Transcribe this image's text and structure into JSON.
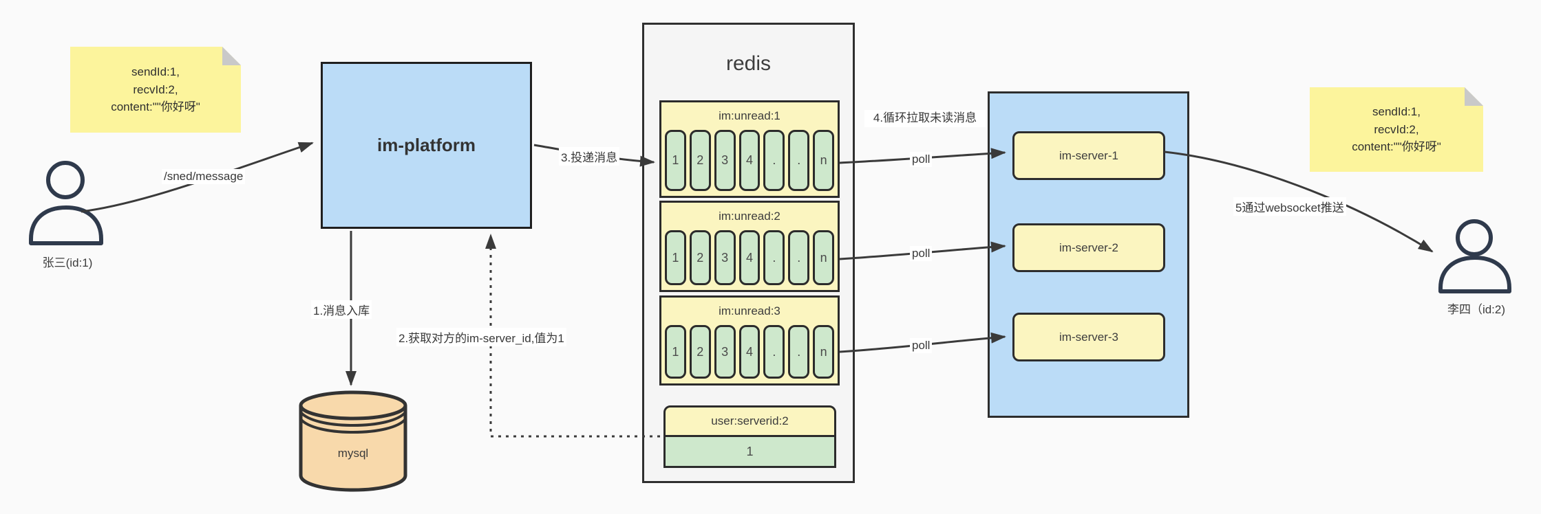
{
  "notes": {
    "left": {
      "lines": [
        "sendId:1,",
        "recvId:2,",
        "content:\"\"你好呀\""
      ]
    },
    "right": {
      "lines": [
        "sendId:1,",
        "recvId:2,",
        "content:\"\"你好呀\""
      ]
    }
  },
  "actors": {
    "sender": {
      "label": "张三(id:1)"
    },
    "receiver": {
      "label": "李四（id:2)"
    }
  },
  "platform": {
    "label": "im-platform"
  },
  "database": {
    "label": "mysql"
  },
  "redis": {
    "title": "redis",
    "queues": [
      {
        "header": "im:unread:1",
        "cells": [
          "1",
          "2",
          "3",
          "4",
          ".",
          ".",
          "n"
        ]
      },
      {
        "header": "im:unread:2",
        "cells": [
          "1",
          "2",
          "3",
          "4",
          ".",
          ".",
          "n"
        ]
      },
      {
        "header": "im:unread:3",
        "cells": [
          "1",
          "2",
          "3",
          "4",
          ".",
          ".",
          "n"
        ]
      }
    ],
    "kv": {
      "header": "user:serverid:2",
      "value": "1"
    }
  },
  "servers": [
    {
      "label": "im-server-1"
    },
    {
      "label": "im-server-2"
    },
    {
      "label": "im-server-3"
    }
  ],
  "edges": {
    "send_path": "/sned/message",
    "step1": "1.消息入库",
    "step2": "2.获取对方的im-server_id,值为1",
    "step3": "3.投递消息",
    "step4": "4.循环拉取未读消息",
    "step5": "5通过websocket推送",
    "poll": "poll"
  },
  "colors": {
    "node_blue": "#bbdcf7",
    "note_yellow": "#fcf49c",
    "queue_yellow": "#fbf5c0",
    "cell_green": "#cee8cc",
    "db_tan": "#f8d9ab",
    "redis_gray": "#f5f5f5",
    "stroke_dark": "#2b2b2b",
    "arrow": "#3a3a3a"
  }
}
